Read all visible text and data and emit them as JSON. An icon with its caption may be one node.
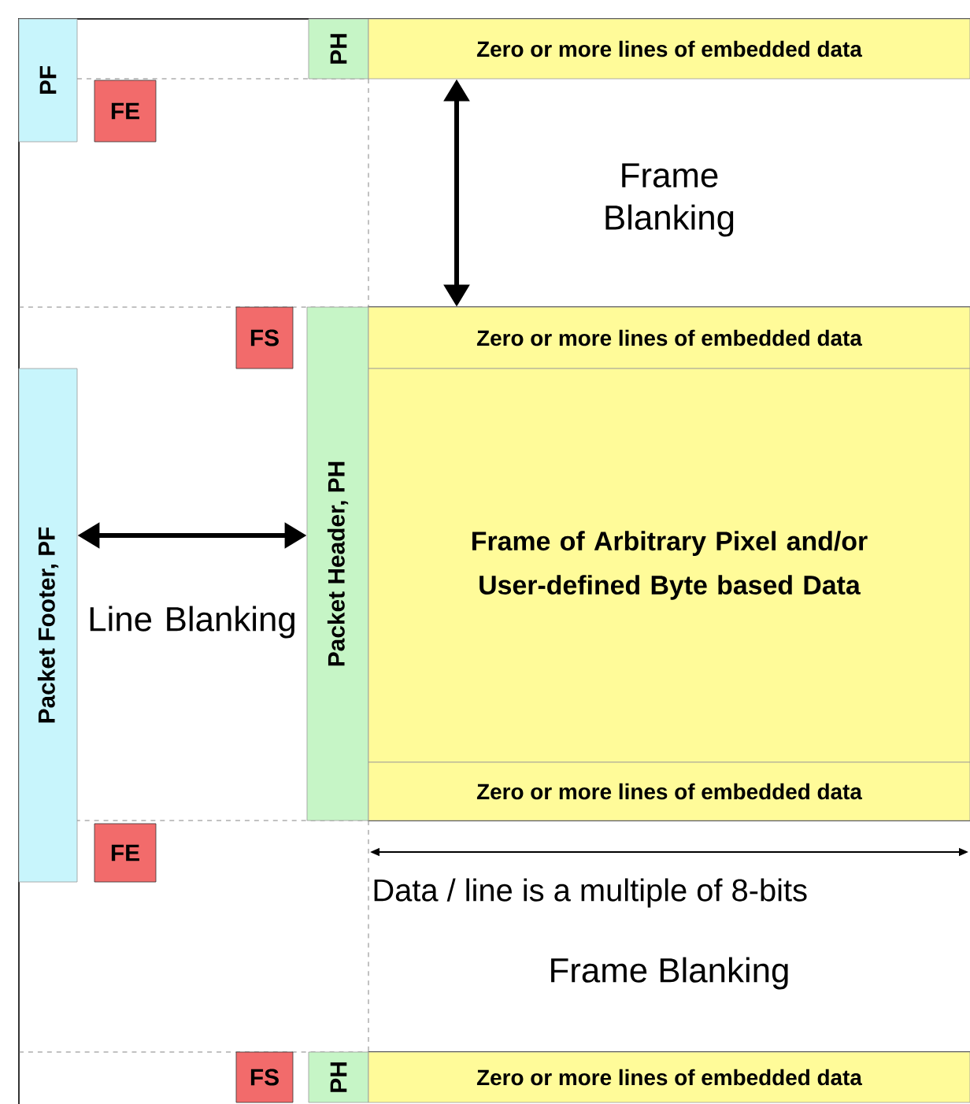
{
  "diagram": {
    "nodes": [
      {
        "text": [
          "PF"
        ]
      },
      {
        "text": [
          "PH"
        ]
      },
      {
        "text": [
          "Zero or more lines of embedded data"
        ]
      },
      {
        "text": [
          "FE"
        ]
      },
      {
        "text": [
          "FS"
        ]
      },
      {
        "text": [
          "Packet Header, PH"
        ]
      },
      {
        "text": [
          "Zero or more lines of embedded data"
        ]
      },
      {
        "text": [
          "Frame of Arbitrary Pixel and/or User-defined Byte based Data"
        ]
      },
      {
        "text": [
          "Packet Footer, PF"
        ]
      },
      {
        "text": [
          "Zero or more lines of embedded data"
        ]
      },
      {
        "text": [
          "FE"
        ]
      },
      {
        "text": [
          "FS"
        ]
      },
      {
        "text": [
          "PH"
        ]
      },
      {
        "text": [
          "Zero or more lines of embedded data"
        ]
      }
    ],
    "edges": [
      {
        "from": 2,
        "to": 6,
        "arrow": "both",
        "label": "Frame Blanking"
      },
      {
        "from": 8,
        "to": 5,
        "arrow": "both",
        "label": "Line Blanking"
      }
    ],
    "labels": [
      "Data / line is a multiple of 8-bits",
      "Frame Blanking"
    ]
  }
}
